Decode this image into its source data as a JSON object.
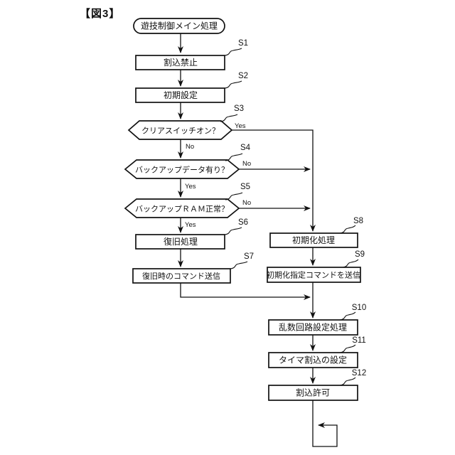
{
  "figure_label": "【図3】",
  "flowchart": {
    "start": {
      "label": "遊技制御メイン処理"
    },
    "branch_yes": "Yes",
    "branch_no": "No",
    "steps": [
      {
        "id": "S1",
        "label": "割込禁止",
        "type": "process"
      },
      {
        "id": "S2",
        "label": "初期設定",
        "type": "process"
      },
      {
        "id": "S3",
        "label": "クリアスイッチオン？",
        "type": "decision",
        "yes": "right-to-S8",
        "no": "down-to-S4"
      },
      {
        "id": "S4",
        "label": "バックアップデータ有り？",
        "type": "decision",
        "no": "right-to-S8",
        "yes": "down-to-S5"
      },
      {
        "id": "S5",
        "label": "バックアップＲＡＭ正常？",
        "type": "decision",
        "no": "right-to-S8",
        "yes": "down-to-S6"
      },
      {
        "id": "S6",
        "label": "復旧処理",
        "type": "process"
      },
      {
        "id": "S7",
        "label": "復旧時のコマンド送信",
        "type": "process"
      },
      {
        "id": "S8",
        "label": "初期化処理",
        "type": "process"
      },
      {
        "id": "S9",
        "label": "初期化指定コマンドを送信",
        "type": "process"
      },
      {
        "id": "S10",
        "label": "乱数回路設定処理",
        "type": "process"
      },
      {
        "id": "S11",
        "label": "タイマ割込の設定",
        "type": "process"
      },
      {
        "id": "S12",
        "label": "割込許可",
        "type": "process"
      }
    ],
    "colors": {
      "line": "#111111",
      "background": "#ffffff"
    }
  }
}
